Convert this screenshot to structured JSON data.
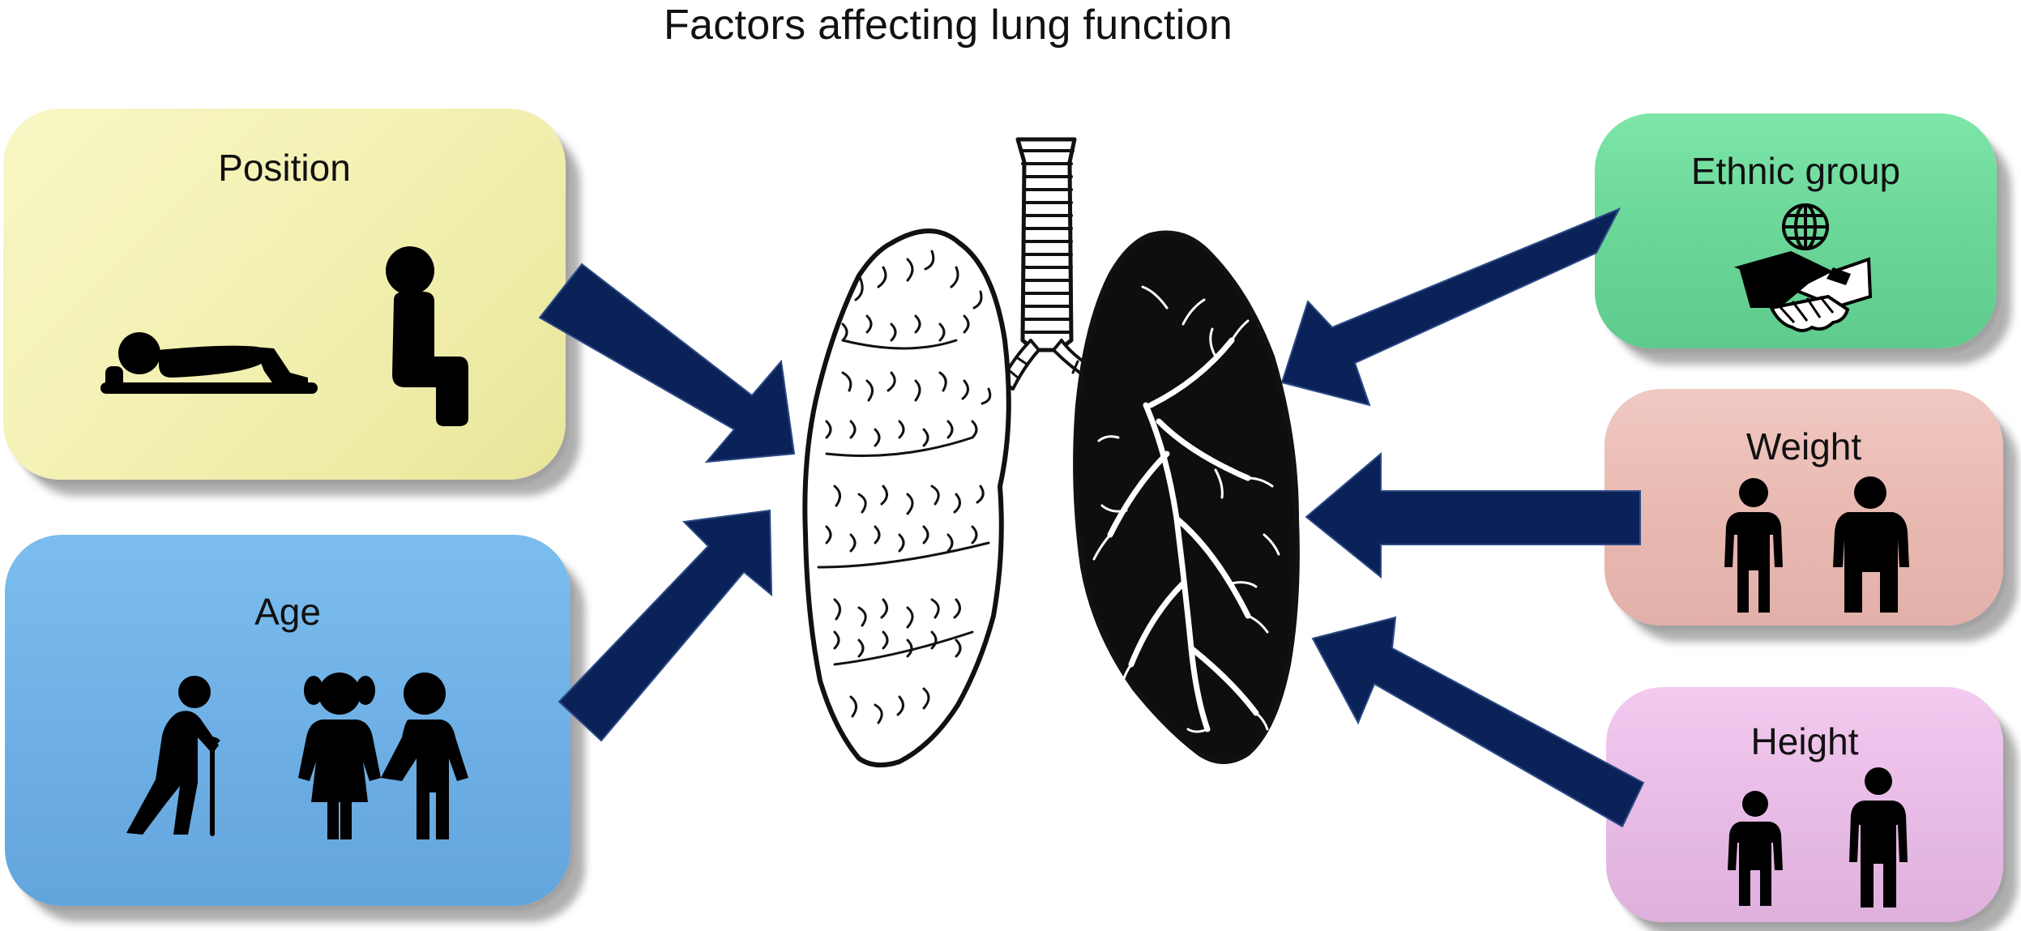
{
  "title": "Factors affecting lung function",
  "factors": {
    "position": {
      "label": "Position",
      "color": "#f2f0b0",
      "icons": [
        "lying-person-icon",
        "seated-person-icon"
      ]
    },
    "age": {
      "label": "Age",
      "color": "#6fb1e6",
      "icons": [
        "elderly-person-with-cane-icon",
        "children-holding-hands-icon"
      ]
    },
    "ethnic_group": {
      "label": "Ethnic group",
      "color": "#6ad698",
      "icons": [
        "globe-icon",
        "handshake-icon"
      ]
    },
    "weight": {
      "label": "Weight",
      "color": "#e9bab2",
      "icons": [
        "slim-person-icon",
        "heavy-person-icon"
      ]
    },
    "height": {
      "label": "Height",
      "color": "#e8bce6",
      "icons": [
        "short-person-icon",
        "tall-person-icon"
      ]
    }
  },
  "center": {
    "icon": "lungs-icon"
  },
  "arrow_color": "#0a2258"
}
